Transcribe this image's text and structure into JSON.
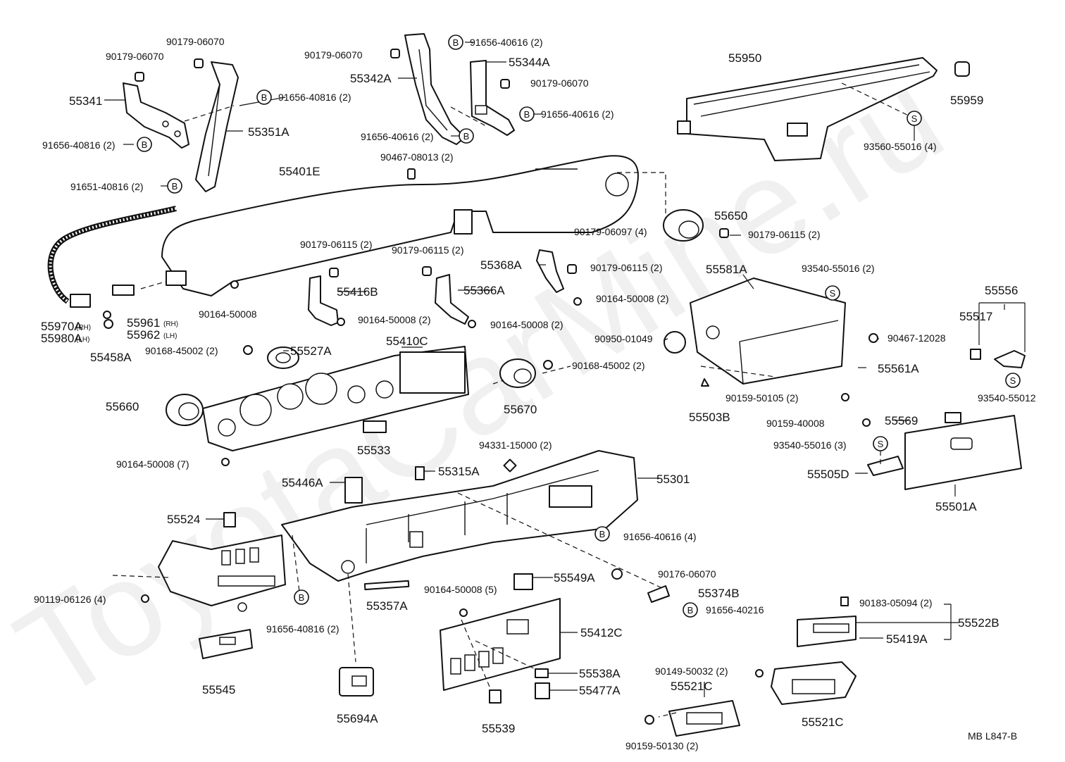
{
  "watermark": "ToyotaCarMine.ru",
  "footer_code": "MB  L847-B",
  "badges": {
    "bolt": "B",
    "screw": "S"
  },
  "labels": {
    "p55341": "55341",
    "p55351a": "55351A",
    "p55342a": "55342A",
    "p55344a": "55344A",
    "p55950": "55950",
    "p55959": "55959",
    "p55401e": "55401E",
    "p55650": "55650",
    "p55970a": "55970A",
    "p55980a": "55980A",
    "rh": "(RH)",
    "lh": "(LH)",
    "p55961": "55961",
    "p55962": "55962",
    "p55458a": "55458A",
    "p55416b": "55416B",
    "p55366a": "55366A",
    "p55368a": "55368A",
    "p55581a": "55581A",
    "p55556": "55556",
    "p55517": "55517",
    "p55527a": "55527A",
    "p55410c": "55410C",
    "p55660": "55660",
    "p55670": "55670",
    "p55533": "55533",
    "p55561a": "55561A",
    "p55503b": "55503B",
    "p55569": "55569",
    "p55505d": "55505D",
    "p55501a": "55501A",
    "p55446a": "55446A",
    "p55315a": "55315A",
    "p55301": "55301",
    "p55524": "55524",
    "p55357a": "55357A",
    "p55549a": "55549A",
    "p55374b": "55374B",
    "p55412c": "55412C",
    "p55538a": "55538A",
    "p55477a": "55477A",
    "p55545": "55545",
    "p55694a": "55694A",
    "p55539": "55539",
    "p55522b": "55522B",
    "p55419a": "55419A",
    "p55521c_a": "55521C",
    "p55521c_b": "55521C"
  },
  "fasteners": {
    "f1": "90179-06070",
    "f2": "90179-06070",
    "f3": "91656-40816 (2)",
    "f4": "91656-40816 (2)",
    "f5": "91651-40816 (2)",
    "f6": "90179-06070",
    "f7": "91656-40616 (2)",
    "f8": "90179-06070",
    "f9": "91656-40616 (2)",
    "f10": "91656-40616 (2)",
    "f11": "90467-08013 (2)",
    "f12": "93560-55016 (4)",
    "f13": "90179-06097 (4)",
    "f14": "90179-06115 (2)",
    "f15": "90164-50008",
    "f16": "90179-06115 (2)",
    "f17": "90179-06115 (2)",
    "f18": "90179-06115 (2)",
    "f19": "90164-50008 (2)",
    "f20": "90164-50008 (2)",
    "f21": "90164-50008 (2)",
    "f22": "93540-55016 (2)",
    "f23": "90950-01049",
    "f24": "90467-12028",
    "f25": "90168-45002 (2)",
    "f26": "90168-45002 (2)",
    "f27": "90159-50105 (2)",
    "f28": "93540-55012",
    "f29": "90159-40008",
    "f30": "93540-55016 (3)",
    "f31": "90164-50008 (7)",
    "f32": "94331-15000 (2)",
    "f33": "91656-40616 (4)",
    "f34": "90119-06126 (4)",
    "f35": "91656-40816 (2)",
    "f36": "90176-06070",
    "f37": "91656-40216",
    "f38": "90164-50008 (5)",
    "f39": "90183-05094 (2)",
    "f40": "90149-50032 (2)",
    "f41": "90159-50130 (2)"
  }
}
